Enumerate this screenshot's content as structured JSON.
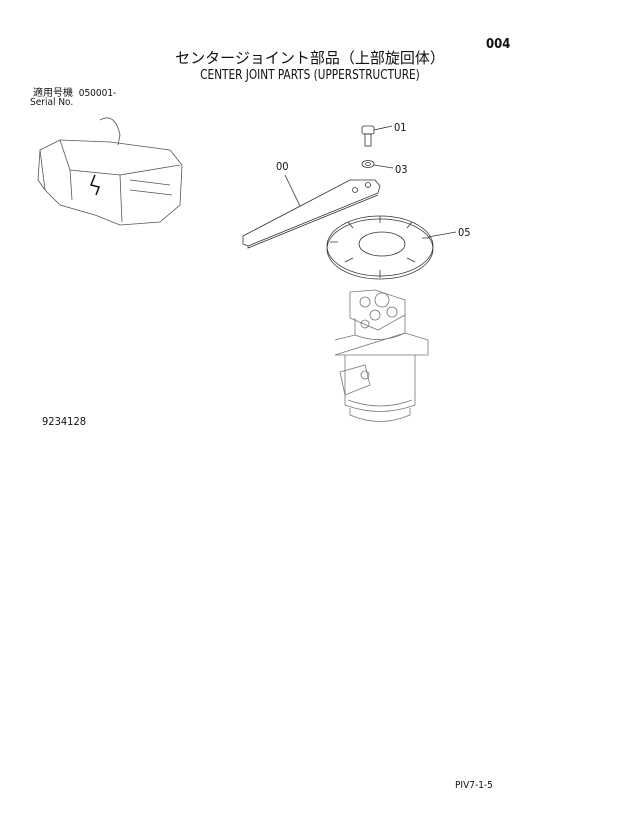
{
  "page_number": "004",
  "title_jp": "センタージョイント部品（上部旋回体）",
  "title_en": "CENTER JOINT PARTS (UPPERSTRUCTURE)",
  "serial": {
    "label_jp": "適用号機",
    "value": "050001-",
    "label_en": "Serial No."
  },
  "callouts": [
    "01",
    "03",
    "00",
    "05"
  ],
  "figure_number": "9234128",
  "footer_code": "PIV7-1-5"
}
